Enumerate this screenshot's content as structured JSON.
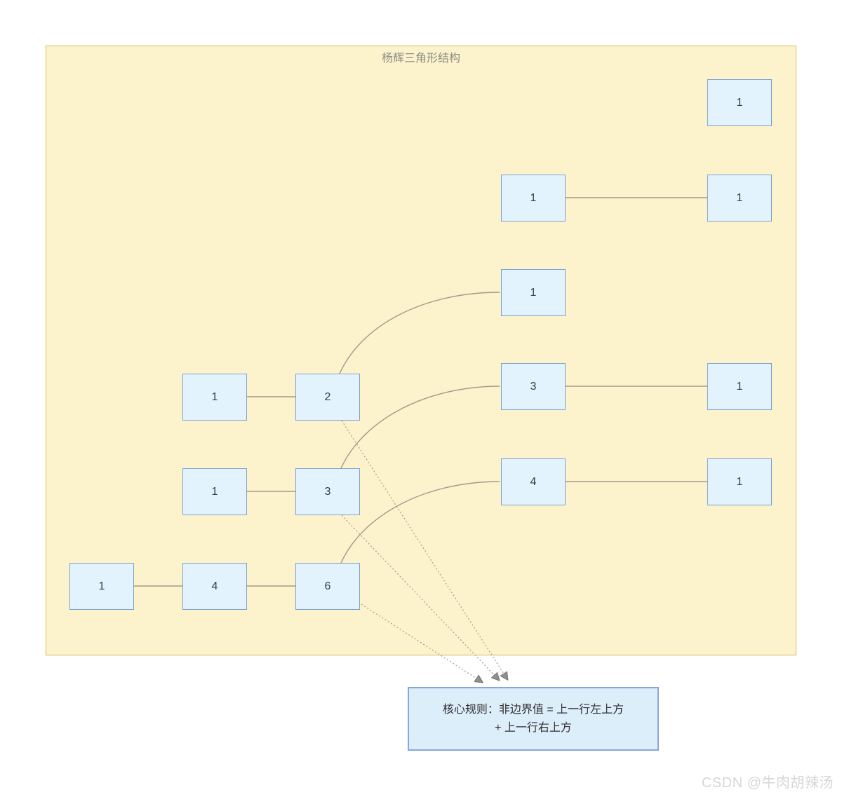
{
  "diagram": {
    "title": "杨辉三角形结构",
    "watermark": "CSDN @牛肉胡辣汤"
  },
  "triangle": {
    "rows": [
      {
        "values": [
          "1"
        ]
      },
      {
        "values": [
          "1",
          "1"
        ]
      },
      {
        "values": [
          "1",
          "2",
          "1"
        ]
      },
      {
        "values": [
          "1",
          "3",
          "3",
          "1"
        ]
      },
      {
        "values": [
          "1",
          "4",
          "6",
          "4",
          "1"
        ]
      }
    ]
  },
  "rule_box": {
    "line1": "核心规则：非边界值 = 上一行左上方",
    "line2": "+ 上一行右上方"
  },
  "colors": {
    "page_bg": "#ffffff",
    "container_fill": "#fcf3cd",
    "container_border": "#dcba57",
    "node_fill": "#e2f3fd",
    "node_border": "#7ea2d3",
    "rule_fill": "#ddeefb",
    "rule_border": "#88a6d9",
    "node_text": "#3a3a3a",
    "title_text": "#8e8c83",
    "rule_text": "#2f2f2f",
    "watermark_text": "#d6d6d6",
    "connector_solid": "#a29a8a",
    "connector_dotted": "#a5a096",
    "arrow_fill": "#8f8f8f"
  }
}
